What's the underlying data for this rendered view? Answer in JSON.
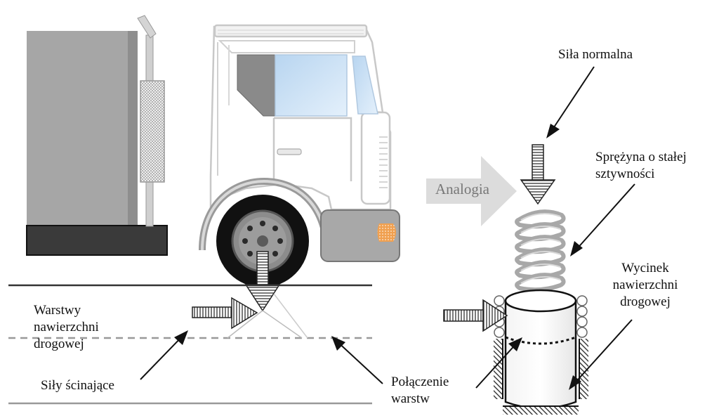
{
  "labels": {
    "normal_force": "Siła normalna",
    "spring_line1": "Sprężyna o stałej",
    "spring_line2": "sztywności",
    "analogy": "Analogia",
    "layers_line1": "Warstwy",
    "layers_line2": "nawierzchni",
    "layers_line3": "drogowej",
    "shear_forces": "Siły ścinające",
    "bond_line1": "Połączenie",
    "bond_line2": "warstw",
    "sample_line1": "Wycinek",
    "sample_line2": "nawierzchni",
    "sample_line3": "drogowej"
  },
  "colors": {
    "cargo_body": "#a6a6a6",
    "chassis": "#3a3a3a",
    "cab_outline": "#c8c8c8",
    "windshield": "#c6ddf2",
    "tire": "#111111",
    "analogy_arrow": "#dcdcdc",
    "road_line": "#333333",
    "layer_dash": "#999999",
    "spring": "#bbbbbb"
  }
}
